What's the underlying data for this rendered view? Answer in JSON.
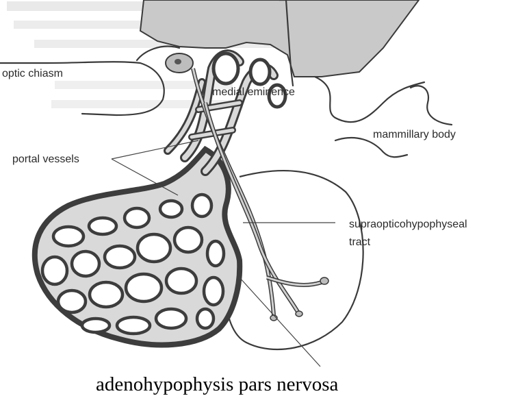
{
  "labels": {
    "optic_chiasm": "optic chiasm",
    "medial_eminence": "medial eminence",
    "mammillary_body": "mammillary body",
    "portal_vessels": "portal vessels",
    "supraoptico_line1": "supraopticohypophyseal",
    "supraoptico_line2": "tract"
  },
  "caption": "adenohypophysis pars nervosa",
  "colors": {
    "vessel_outline": "#3d3d3d",
    "vessel_fill": "#d9d9d9",
    "tissue_fill": "#c8c8c8",
    "line": "#3a3a3a"
  }
}
